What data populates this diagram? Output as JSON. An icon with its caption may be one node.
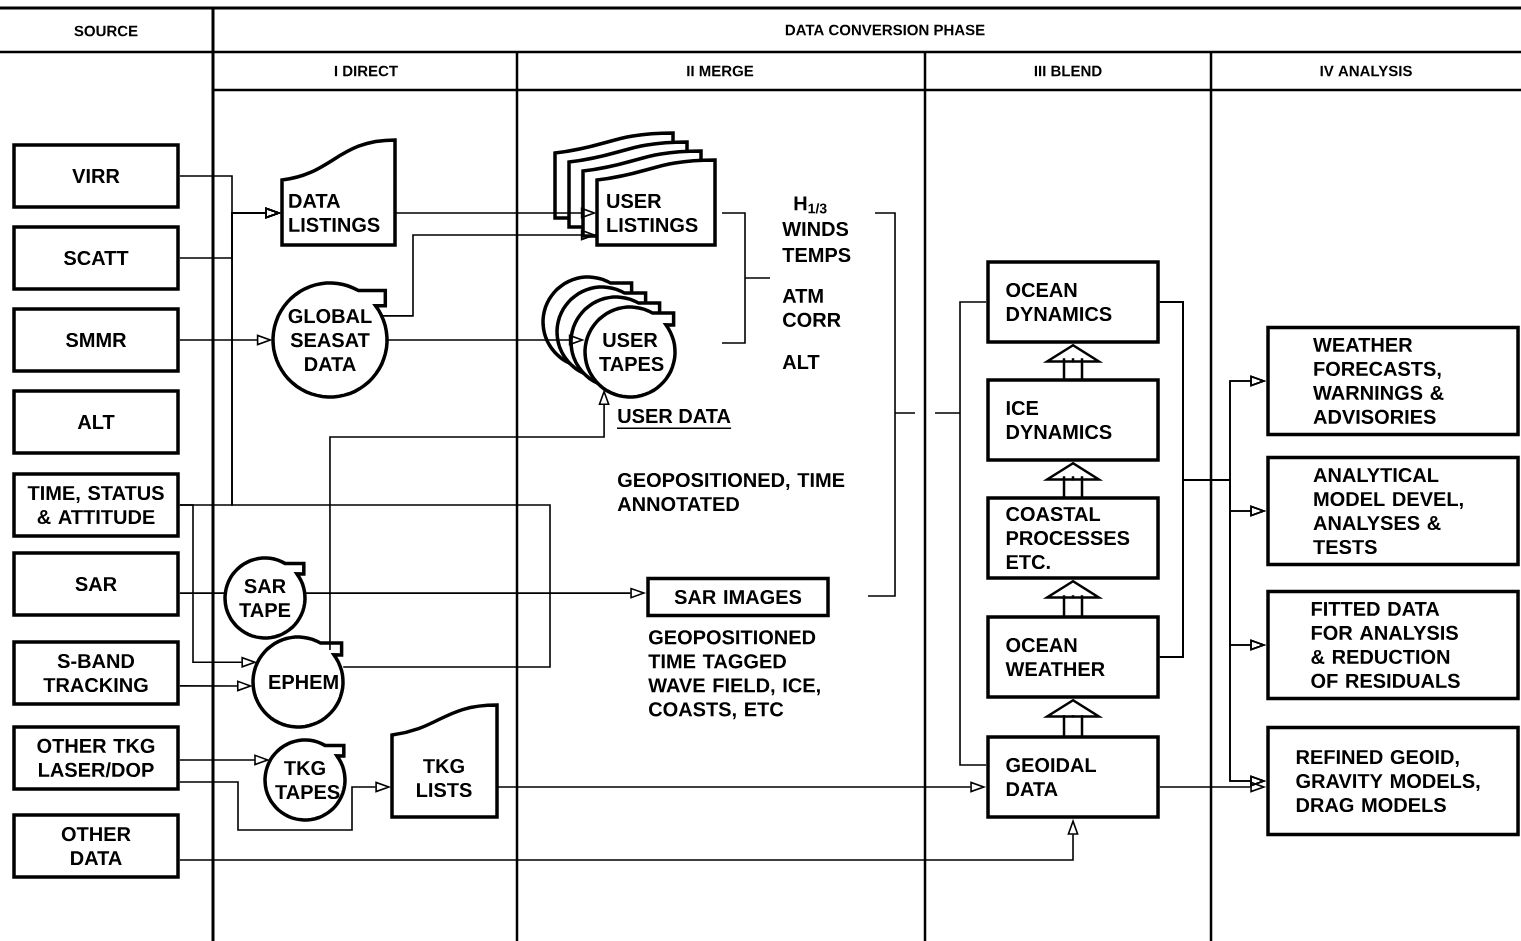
{
  "diagram": {
    "nodes": [
      {
        "text": [
          "VIRR"
        ]
      },
      {
        "text": [
          "SCATT"
        ]
      },
      {
        "text": [
          "SMMR"
        ]
      },
      {
        "text": [
          "ALT"
        ]
      },
      {
        "text": [
          "TIME, STATUS & ATTITUDE"
        ]
      },
      {
        "text": [
          "SAR"
        ]
      },
      {
        "text": [
          "S-BAND TRACKING"
        ]
      },
      {
        "text": [
          "OTHER TKG LASER/DOP"
        ]
      },
      {
        "text": [
          "OTHER DATA"
        ]
      },
      {
        "text": [
          "DATA LISTINGS"
        ]
      },
      {
        "text": [
          "GLOBAL SEASAT DATA"
        ]
      },
      {
        "text": [
          "SAR TAPE"
        ]
      },
      {
        "text": [
          "EPHEM"
        ]
      },
      {
        "text": [
          "TKG TAPES"
        ]
      },
      {
        "text": [
          "TKG LISTS"
        ]
      },
      {
        "text": [
          "USER LISTINGS"
        ]
      },
      {
        "text": [
          "USER TAPES"
        ]
      },
      {
        "text": [
          "SAR IMAGES"
        ],
        "beside": [
          "GEOPOSITIONED TIME TAGGED WAVE FIELD, ICE, COASTS, ETC"
        ]
      },
      {
        "text": [
          "OCEAN DYNAMICS"
        ]
      },
      {
        "text": [
          "ICE DYNAMICS"
        ]
      },
      {
        "text": [
          "COASTAL PROCESSES ETC."
        ]
      },
      {
        "text": [
          "OCEAN WEATHER"
        ]
      },
      {
        "text": [
          "GEOIDAL DATA"
        ]
      },
      {
        "text": [
          "WEATHER FORECASTS, WARNINGS & ADVISORIES"
        ]
      },
      {
        "text": [
          "ANALYTICAL MODEL DEVEL, ANALYSES & TESTS"
        ]
      },
      {
        "text": [
          "FITTED DATA FOR ANALYSIS & REDUCTION OF RESIDUALS"
        ]
      },
      {
        "text": [
          "REFINED GEOID, GRAVITY MODELS, DRAG MODELS"
        ]
      }
    ],
    "edges": [
      {
        "from": 0,
        "to": 9,
        "arrow": "to"
      },
      {
        "from": 1,
        "to": 9,
        "arrow": "to"
      },
      {
        "from": 4,
        "to": 9,
        "arrow": "to"
      },
      {
        "from": 12,
        "to": 9,
        "arrow": "to"
      },
      {
        "from": 2,
        "to": 10,
        "arrow": "to"
      },
      {
        "from": 4,
        "to": 12,
        "arrow": "to"
      },
      {
        "from": 6,
        "to": 12,
        "arrow": "to"
      },
      {
        "from": 5,
        "to": 11,
        "arrow": "none"
      },
      {
        "from": 11,
        "to": 17,
        "arrow": "to"
      },
      {
        "from": 12,
        "to": 16,
        "arrow": "to"
      },
      {
        "from": 9,
        "to": 15,
        "arrow": "to"
      },
      {
        "from": 10,
        "to": 15,
        "arrow": "to"
      },
      {
        "from": 10,
        "to": 16,
        "arrow": "to"
      },
      {
        "from": 7,
        "to": 13,
        "arrow": "to"
      },
      {
        "from": 7,
        "to": 14,
        "arrow": "to"
      },
      {
        "from": 14,
        "to": 22,
        "arrow": "to"
      },
      {
        "from": 8,
        "to": 22,
        "arrow": "to"
      },
      {
        "from": 22,
        "to": 21,
        "arrow": "to"
      },
      {
        "from": 21,
        "to": 20,
        "arrow": "to"
      },
      {
        "from": 20,
        "to": 19,
        "arrow": "to"
      },
      {
        "from": 19,
        "to": 18,
        "arrow": "to"
      },
      {
        "from": 22,
        "to": 18,
        "arrow": "none"
      },
      {
        "from": 18,
        "to": 23,
        "arrow": "to"
      },
      {
        "from": 18,
        "to": 24,
        "arrow": "to"
      },
      {
        "from": 18,
        "to": 25,
        "arrow": "to"
      },
      {
        "from": 18,
        "to": 26,
        "arrow": "to"
      },
      {
        "from": 21,
        "to": 23,
        "arrow": "to"
      },
      {
        "from": 21,
        "to": 24,
        "arrow": "to"
      },
      {
        "from": 21,
        "to": 25,
        "arrow": "to"
      },
      {
        "from": 21,
        "to": 26,
        "arrow": "to"
      },
      {
        "from": 22,
        "to": 26,
        "arrow": "to"
      }
    ],
    "labels": [
      "SOURCE",
      "DATA CONVERSION PHASE",
      "I DIRECT",
      "II MERGE",
      "III BLEND",
      "IV ANALYSIS",
      "H$_{1/3}$",
      "WINDS",
      "TEMPS",
      "ATM CORR",
      "ALT",
      "USER DATA",
      "GEOPOSITIONED, TIME ANNOTATED"
    ]
  }
}
